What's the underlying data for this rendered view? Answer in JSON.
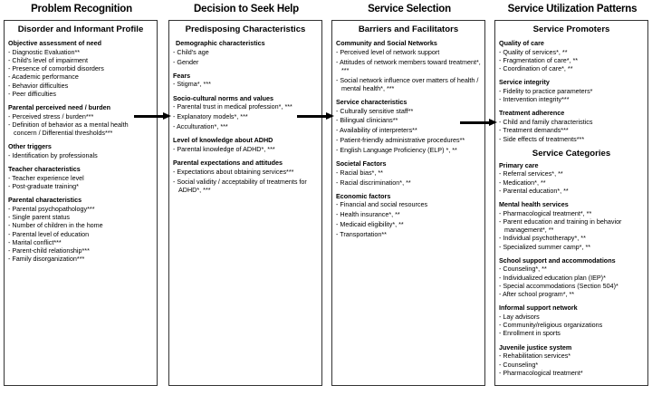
{
  "diagram": {
    "type": "flow-diagram",
    "arrows": [
      {
        "name": "arrow-problem-to-decision",
        "direction": "right"
      },
      {
        "name": "arrow-decision-to-selection",
        "direction": "right"
      },
      {
        "name": "arrow-selection-to-utilization",
        "direction": "right"
      }
    ]
  },
  "columns": [
    {
      "stage_title": "Problem Recognition",
      "box_title": "Disorder and Informant Profile",
      "groups": [
        {
          "head": "Objective assessment of need",
          "items": [
            "- Diagnostic Evaluation**",
            "- Child's level of impairment",
            "- Presence of comorbid disorders",
            "- Academic performance",
            "- Behavior difficulties",
            "- Peer difficulties"
          ]
        },
        {
          "head": "Parental perceived need / burden",
          "items": [
            "- Perceived stress / burden***",
            "- Definition of behavior as a mental  health concern / Differential  thresholds***"
          ]
        },
        {
          "head": "Other triggers",
          "items": [
            "- Identification by professionals"
          ]
        },
        {
          "head": "Teacher characteristics",
          "items": [
            "- Teacher experience level",
            "- Post-graduate training*"
          ]
        },
        {
          "head": "Parental characteristics",
          "items": [
            "- Parental psychopathology***",
            "- Single parent status",
            "- Number of children in the home",
            "- Parental level of education",
            "- Marital conflict***",
            "- Parent-child relationship***",
            "- Family disorganization***"
          ]
        }
      ]
    },
    {
      "stage_title": "Decision to Seek Help",
      "box_title": "Predisposing Characteristics",
      "groups": [
        {
          "head": "Demographic characteristics",
          "items": [
            "- Child's age",
            "- Gender"
          ]
        },
        {
          "head": "Fears",
          "items": [
            "- Stigma*, ***"
          ]
        },
        {
          "head": "Socio-cultural norms and values",
          "items": [
            "- Parental trust in medical  profession*, ***",
            "- Explanatory models*, ***",
            "- Acculturation*, ***"
          ]
        },
        {
          "head": "Level of knowledge about ADHD",
          "items": [
            "- Parental knowledge of ADHD*, ***"
          ]
        },
        {
          "head": "Parental expectations and attitudes",
          "items": [
            "- Expectations about obtaining  services***",
            "- Social validity / acceptability of  treatments for ADHD*, ***"
          ]
        }
      ]
    },
    {
      "stage_title": "Service Selection",
      "box_title": "Barriers and Facilitators",
      "groups": [
        {
          "head": "Community and Social Networks",
          "items": [
            "- Perceived level of network support",
            "- Attitudes of network members  toward treatment*, ***",
            "- Social network influence over  matters of health / mental health*,  ***"
          ]
        },
        {
          "head": "Service characteristics",
          "items": [
            "- Culturally sensitive staff**",
            "- Bilingual clinicians**",
            "- Availability of interpreters**",
            "- Patient-friendly administrative  procedures**",
            "-  English Language Proficiency  (ELP) *, **"
          ]
        },
        {
          "head": "Societal Factors",
          "items": [
            "- Racial bias*, **",
            "- Racial discrimination*, **"
          ]
        },
        {
          "head": "Economic factors",
          "items": [
            "- Financial and social resources",
            "- Health insurance*, **",
            "- Medicaid eligibility*, **",
            "- Transportation**"
          ]
        }
      ]
    },
    {
      "stage_title": "Service Utilization Patterns",
      "box_title": "Service Promoters",
      "box_title_2": "Service Categories",
      "groups": [
        {
          "head": "Quality of care",
          "items": [
            "- Quality of services*, **",
            "- Fragmentation of care*, **",
            "- Coordination of care*, **"
          ]
        },
        {
          "head": "Service integrity",
          "items": [
            "- Fidelity to practice parameters*",
            "- Intervention integrity***"
          ]
        },
        {
          "head": "Treatment adherence",
          "items": [
            "- Child and family characteristics",
            "- Treatment demands***",
            "- Side effects of treatments***"
          ]
        }
      ],
      "groups_2": [
        {
          "head": "Primary care",
          "items": [
            "- Referral services*, **",
            "- Medication*, **",
            "- Parental education*, **"
          ]
        },
        {
          "head": "Mental health services",
          "items": [
            "- Pharmacological treatment*, **",
            "- Parent education and training in  behavior management*, **",
            "- Individual psychotherapy*, **",
            " - Specialized summer camp*, **"
          ]
        },
        {
          "head": "School support and accommodations",
          "items": [
            "- Counseling*, **",
            "- Individualized education plan (IEP)*",
            "- Special accommodations (Section  504)*",
            "- After school program*, **"
          ]
        },
        {
          "head": "Informal support network",
          "items": [
            "- Lay advisors",
            "- Community/religious organizations",
            "- Enrollment in sports"
          ]
        },
        {
          "head": "Juvenile justice system",
          "items": [
            "- Rehabilitation services*",
            "- Counseling*",
            "- Pharmacological treatment*"
          ]
        }
      ]
    }
  ]
}
